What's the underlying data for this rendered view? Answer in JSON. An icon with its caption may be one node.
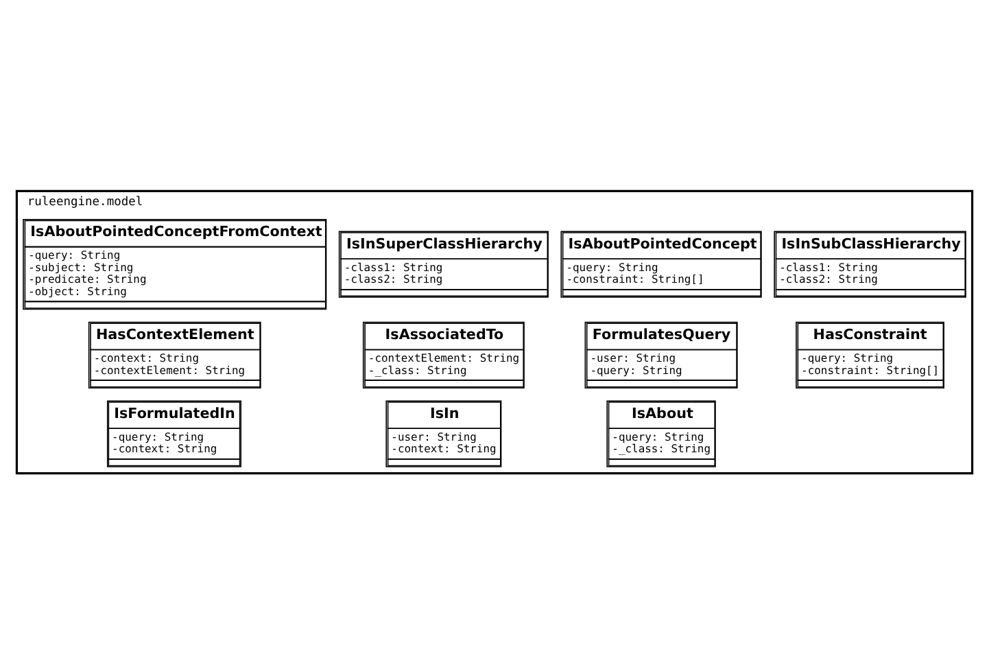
{
  "diagram": {
    "nodes": [
      {
        "text": [
          "ruleengine.model"
        ]
      },
      {
        "text": [
          "FormulatesQuery",
          "-user: String",
          "-query: String"
        ],
        "in": 0
      },
      {
        "text": [
          "IsAbout",
          "-query: String",
          "-_class: String"
        ],
        "in": 0
      },
      {
        "text": [
          "HasConstraint",
          "-query: String",
          "-constraint: String[]"
        ],
        "in": 0
      },
      {
        "text": [
          "IsIn",
          "-user: String",
          "-context: String"
        ],
        "in": 0
      },
      {
        "text": [
          "IsAssociatedTo",
          "-contextElement: String",
          "-_class: String"
        ],
        "in": 0
      },
      {
        "text": [
          "HasContextElement",
          "-context: String",
          "-contextElement: String"
        ],
        "in": 0
      },
      {
        "text": [
          "IsFormulatedIn",
          "-query: String",
          "-context: String"
        ],
        "in": 0
      },
      {
        "text": [
          "IsAboutPointedConcept",
          "-query: String",
          "-constraint: String[]"
        ],
        "in": 0
      },
      {
        "text": [
          "IsAboutPointedConceptFromContext",
          "-query: String",
          "-subject: String",
          "-predicate: String",
          "-object: String"
        ],
        "in": 0
      },
      {
        "text": [
          "IsInSubClassHierarchy",
          "-class1: String",
          "-class2: String"
        ],
        "in": 0
      },
      {
        "text": [
          "IsInSuperClassHierarchy",
          "-class1: String",
          "-class2: String"
        ],
        "in": 0
      }
    ]
  }
}
